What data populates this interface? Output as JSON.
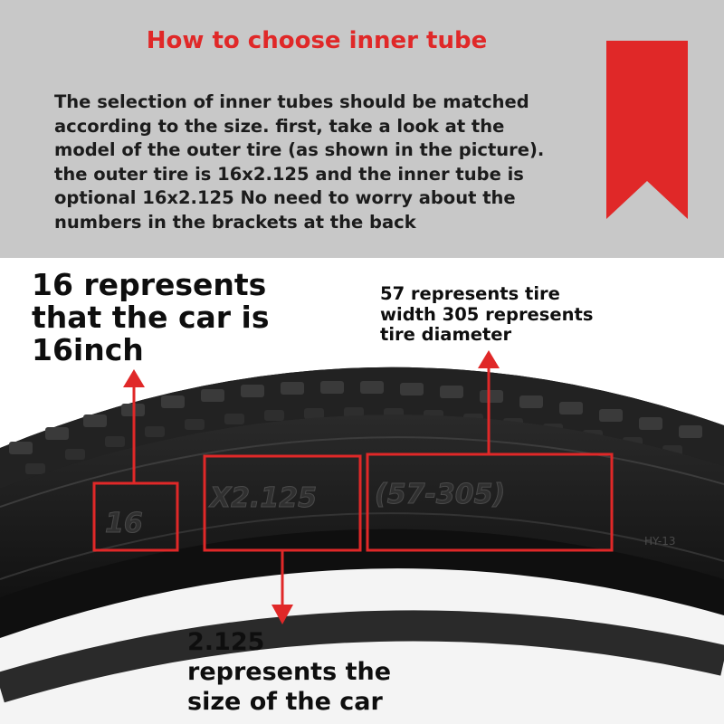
{
  "header": {
    "title": "How to choose inner tube",
    "paragraph_lines": [
      "The selection of inner tubes should be matched",
      "according to the size. first, take a look at the",
      "model of the outer tire (as shown in the picture).",
      "the outer tire is 16x2.125 and the inner tube is",
      "optional 16x2.125 No need to worry about the",
      "numbers in the brackets at the back"
    ]
  },
  "labels": {
    "size_16": [
      "16 represents",
      "that the car is",
      "16inch"
    ],
    "width_diameter": [
      "57 represents tire",
      "width 305 represents",
      "tire diameter"
    ],
    "size_2125": [
      "2.125",
      "represents the",
      "size of the car"
    ]
  },
  "tire_markings": {
    "part_16": "16",
    "part_x2125": "X2.125",
    "part_bracket": "(57-305)",
    "code": "HY-13"
  },
  "colors": {
    "accent_red": "#e02828",
    "header_bg": "#c8c8c8",
    "tire_dark": "#161616"
  },
  "icons": {
    "bookmark": "red-bookmark-ribbon-icon"
  }
}
